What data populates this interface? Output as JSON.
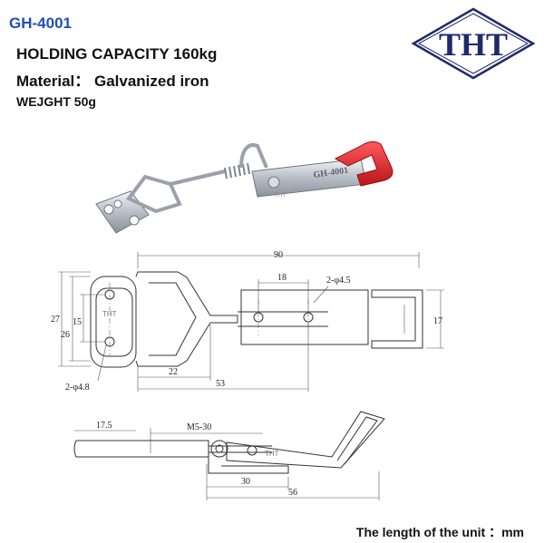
{
  "header": {
    "model": "GH-4001",
    "capacity": "HOLDING CAPACITY 160kg",
    "material": "Material： Galvanized iron",
    "weight": "WEJGHT 50g"
  },
  "logo": {
    "text": "THT",
    "color": "#1f2a6b"
  },
  "photo": {
    "stamp": "GH-4001",
    "mark": "THT",
    "handle_color": "#d8242a"
  },
  "top_view": {
    "mark": "THT",
    "dims": {
      "overall": "90",
      "hole_spacing": "18",
      "holes_right": "2-φ4.5",
      "height_outer": "27",
      "height_mid": "26",
      "height_inner": "15",
      "height_right": "17",
      "len_22": "22",
      "len_53": "53",
      "holes_left": "2-φ4.8"
    }
  },
  "side_view": {
    "mark": "THT",
    "dims": {
      "left": "17.5",
      "thread": "M5-30",
      "len_30": "30",
      "len_56": "56"
    }
  },
  "footer": {
    "unit_note": "The length of the unit ：mm"
  }
}
